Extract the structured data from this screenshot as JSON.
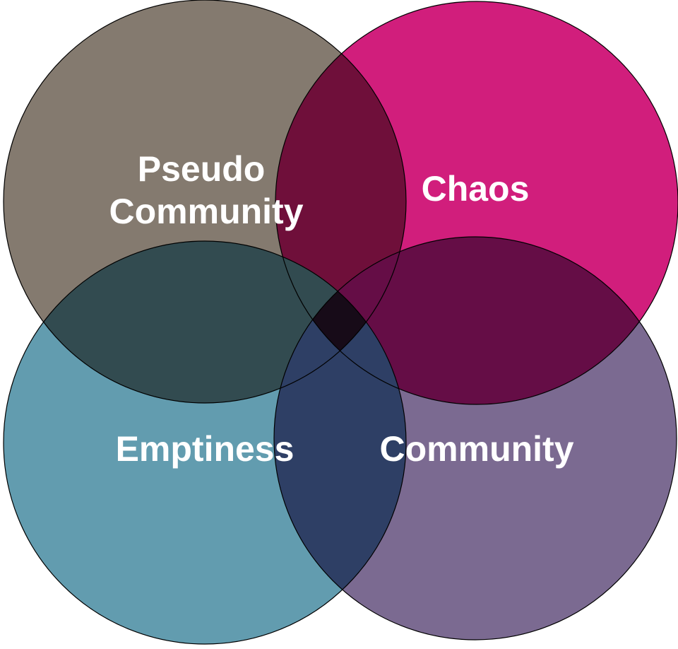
{
  "diagram": {
    "circles": [
      {
        "id": "pseudo-community",
        "label_lines": [
          "Pseudo",
          "Community"
        ],
        "color": "#847a6f"
      },
      {
        "id": "chaos",
        "label_lines": [
          "Chaos"
        ],
        "color": "#d11e7c"
      },
      {
        "id": "emptiness",
        "label_lines": [
          "Emptiness"
        ],
        "color": "#629caf"
      },
      {
        "id": "community",
        "label_lines": [
          "Community"
        ],
        "color": "#7b6a91"
      }
    ],
    "overlap_colors": {
      "pseudo_chaos": "#6f0f3a",
      "pseudo_emptiness": "#324b50",
      "chaos_community": "#650d46",
      "emptiness_community": "#2e3f65",
      "center": "#170b18"
    },
    "stroke_color": "#000000"
  }
}
